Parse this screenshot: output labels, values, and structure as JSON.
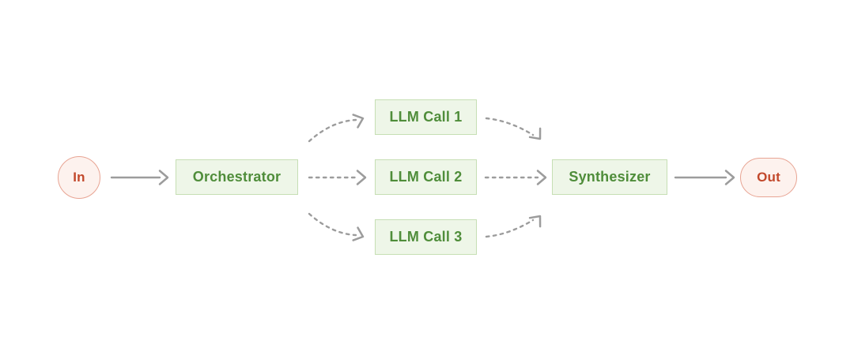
{
  "diagram": {
    "type": "flow-diagram",
    "pattern": "orchestrator-workers",
    "nodes": {
      "in": {
        "label": "In",
        "shape": "circle",
        "theme": "pink"
      },
      "orchestrator": {
        "label": "Orchestrator",
        "shape": "rect",
        "theme": "green"
      },
      "llm_call_1": {
        "label": "LLM Call 1",
        "shape": "rect",
        "theme": "green"
      },
      "llm_call_2": {
        "label": "LLM Call 2",
        "shape": "rect",
        "theme": "green"
      },
      "llm_call_3": {
        "label": "LLM Call 3",
        "shape": "rect",
        "theme": "green"
      },
      "synthesizer": {
        "label": "Synthesizer",
        "shape": "rect",
        "theme": "green"
      },
      "out": {
        "label": "Out",
        "shape": "pill",
        "theme": "pink"
      }
    },
    "edges": [
      {
        "from": "in",
        "to": "orchestrator",
        "style": "solid"
      },
      {
        "from": "orchestrator",
        "to": "llm_call_1",
        "style": "dashed-curved"
      },
      {
        "from": "orchestrator",
        "to": "llm_call_2",
        "style": "dashed-straight"
      },
      {
        "from": "orchestrator",
        "to": "llm_call_3",
        "style": "dashed-curved"
      },
      {
        "from": "llm_call_1",
        "to": "synthesizer",
        "style": "dashed-curved"
      },
      {
        "from": "llm_call_2",
        "to": "synthesizer",
        "style": "dashed-straight"
      },
      {
        "from": "llm_call_3",
        "to": "synthesizer",
        "style": "dashed-curved"
      },
      {
        "from": "synthesizer",
        "to": "out",
        "style": "solid"
      }
    ],
    "colors": {
      "green_text": "#4f8d3a",
      "green_border": "#c6dfb4",
      "green_bg": "#eef6e8",
      "red_text": "#c2482b",
      "pink_border": "#e8a493",
      "pink_bg": "#fdf2ee",
      "arrow": "#9c9c9c",
      "background": "#ffffff"
    }
  }
}
